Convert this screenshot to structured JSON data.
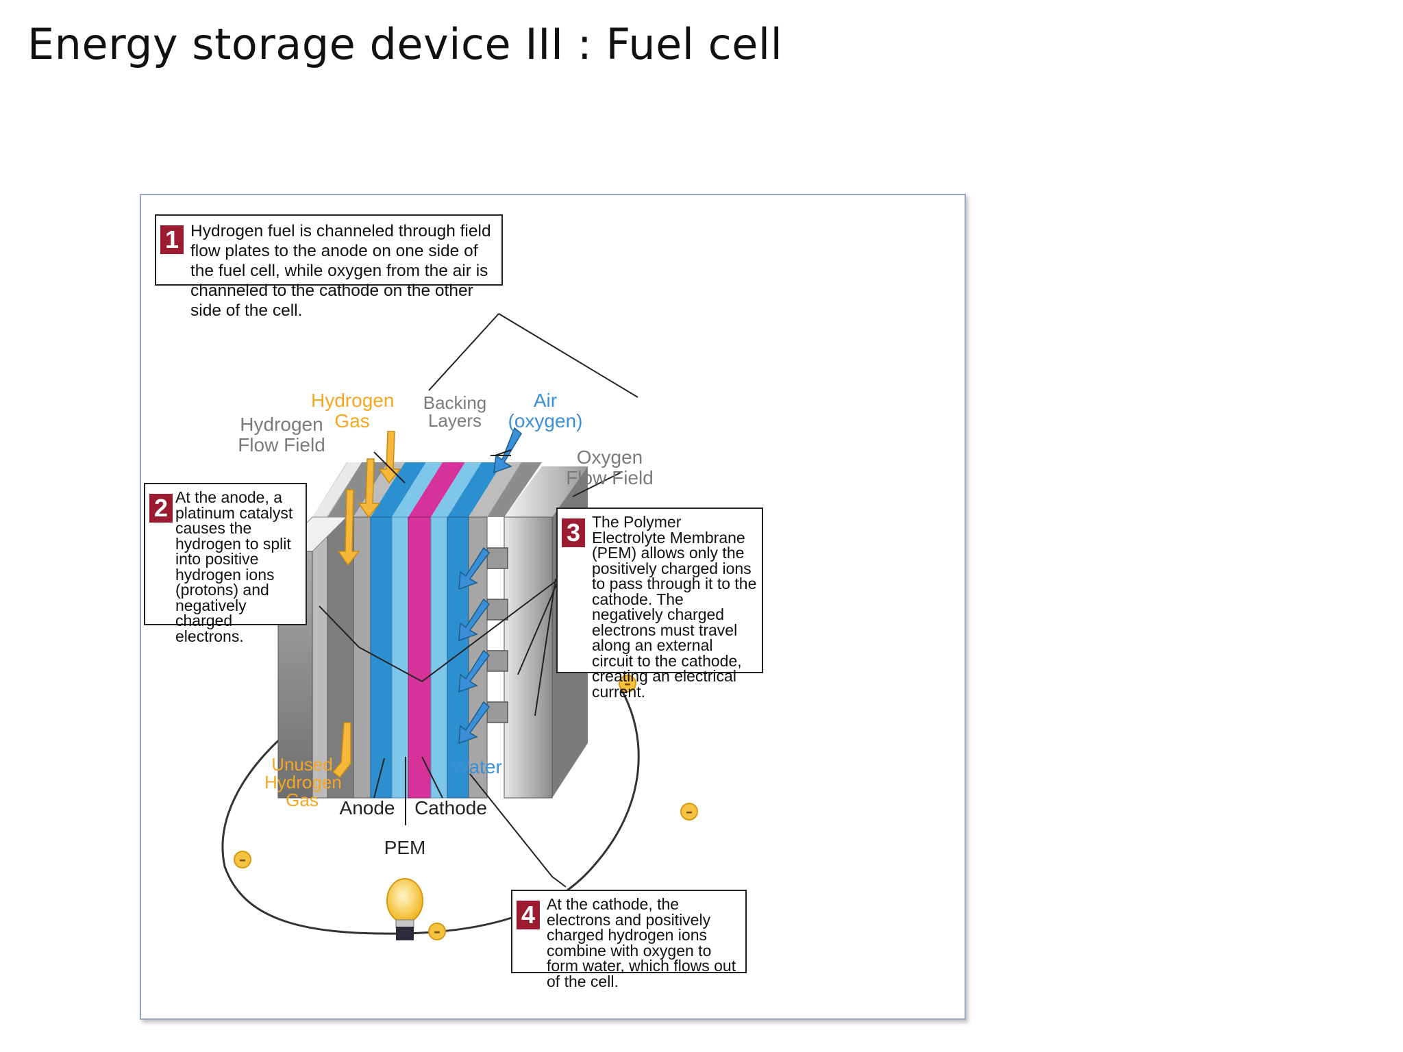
{
  "title": "Energy storage device III : Fuel cell",
  "callouts": [
    {
      "num": "1",
      "text": "Hydrogen fuel is channeled through field flow plates to the anode on one side of the fuel cell, while oxygen from the air is channeled to the cathode on the other side of the cell."
    },
    {
      "num": "2",
      "text": "At the anode, a platinum catalyst causes the hydrogen to split into positive hydrogen ions (protons) and negatively charged electrons."
    },
    {
      "num": "3",
      "text": "The Polymer Electrolyte Membrane (PEM) allows only the positively charged ions to pass through it to the cathode. The negatively charged electrons must travel along an external circuit to the cathode, creating an electrical current."
    },
    {
      "num": "4",
      "text": "At the cathode, the electrons and positively charged hydrogen ions combine with oxygen to form water, which flows out of the cell."
    }
  ],
  "labels": {
    "hydrogen_gas": "Hydrogen Gas",
    "hydrogen_flow_field": "Hydrogen Flow Field",
    "backing_layers": "Backing Layers",
    "air_oxygen": "Air (oxygen)",
    "oxygen_flow_field": "Oxygen Flow Field",
    "unused_hydrogen_gas": "Unused Hydrogen Gas",
    "water": "Water",
    "anode": "Anode",
    "cathode": "Cathode",
    "pem": "PEM",
    "electron_symbol": "–"
  },
  "colors": {
    "callout_number_bg": "#9b1b30",
    "hydrogen": "#f5b83a",
    "oxygen_water": "#3a8fd8",
    "pem": "#d6339a",
    "electrode_blue": "#2b8fd0",
    "plate_gray": "#8a8a8a"
  }
}
